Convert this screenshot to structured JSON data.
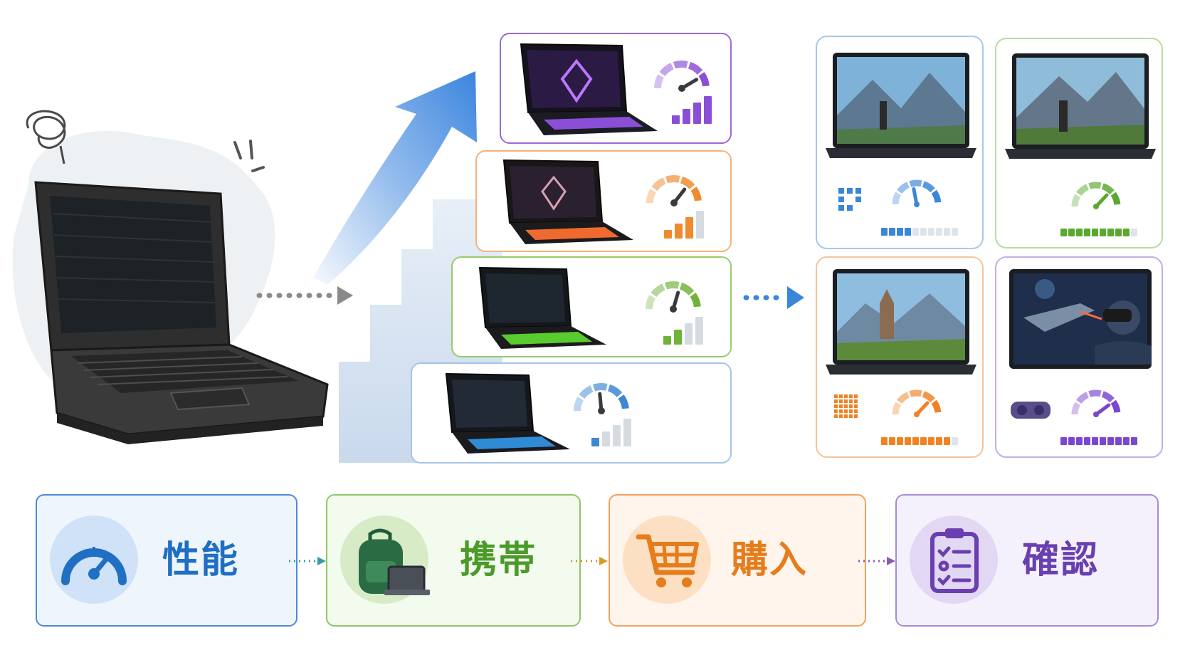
{
  "steps": [
    {
      "label": "性能",
      "icon": "speedometer-icon",
      "color": "#1f6fc2"
    },
    {
      "label": "携帯",
      "icon": "backpack-laptop-icon",
      "color": "#4c9a2a"
    },
    {
      "label": "購入",
      "icon": "shopping-cart-icon",
      "color": "#e57d1c"
    },
    {
      "label": "確認",
      "icon": "checklist-clipboard-icon",
      "color": "#6a3fb0"
    }
  ],
  "tiers": [
    {
      "level": 4,
      "color": "#8a4fd6"
    },
    {
      "level": 3,
      "color": "#ef8a2f"
    },
    {
      "level": 2,
      "color": "#6fb33a"
    },
    {
      "level": 1,
      "color": "#3f86d6"
    }
  ],
  "game_cards": [
    {
      "color": "#3a86d9",
      "meter_fill": 0.4
    },
    {
      "color": "#5aa92f",
      "meter_fill": 0.9
    },
    {
      "color": "#ef8324",
      "meter_fill": 0.9
    },
    {
      "color": "#7a47cf",
      "meter_fill": 1.0
    }
  ]
}
